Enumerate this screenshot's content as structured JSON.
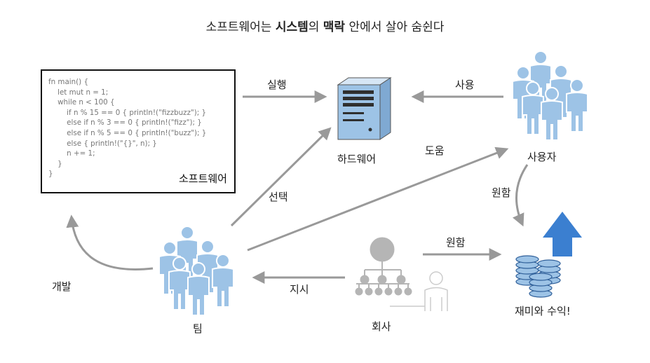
{
  "title": {
    "part1": "소프트웨어는 ",
    "bold1": "시스템",
    "part2": "의 ",
    "bold2": "맥락",
    "part3": " 안에서 살아 숨쉰다"
  },
  "code_box": {
    "label": "소프트웨어",
    "lines": [
      "fn main() {",
      "    let mut n = 1;",
      "    while n < 100 {",
      "        if n % 15 == 0 { println!(\"fizzbuzz\"); }",
      "        else if n % 3 == 0 { println!(\"fizz\"); }",
      "        else if n % 5 == 0 { println!(\"buzz\"); }",
      "        else { println!(\"{}\", n); }",
      "        n += 1;",
      "    }",
      "}"
    ]
  },
  "nodes": {
    "hardware": "하드웨어",
    "users": "사용자",
    "team": "팀",
    "company": "회사",
    "profit": "재미와 수익!"
  },
  "edges": {
    "execute": "실행",
    "use": "사용",
    "help": "도움",
    "want_users": "원함",
    "select": "선택",
    "want_company": "원함",
    "instruct": "지시",
    "develop": "개발"
  },
  "colors": {
    "people": "#9dc3e6",
    "people_outline": "#ffffff",
    "server": "#9dc3e6",
    "server_dark": "#2f2f2f",
    "arrow": "#999999",
    "org": "#b5b5b5",
    "up_arrow": "#3b7fd0",
    "coins": "#9dc3e6"
  },
  "icons": [
    "server-icon",
    "users-group-icon",
    "team-group-icon",
    "org-chart-icon",
    "person-outline-icon",
    "money-stack-icon",
    "up-arrow-icon"
  ]
}
